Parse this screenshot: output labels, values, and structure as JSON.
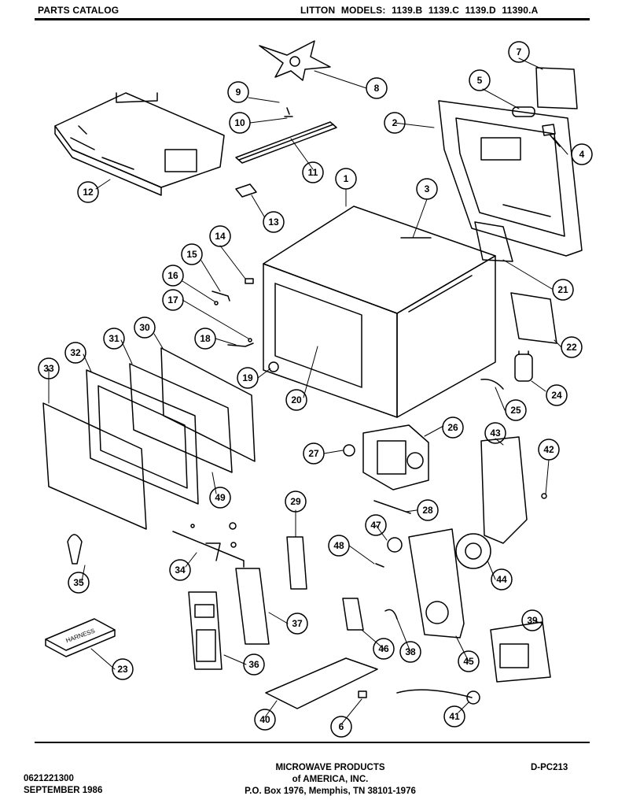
{
  "header": {
    "left": "PARTS CATALOG",
    "right": "LITTON MODELS: 1139.B 1139.C 1139.D 11390.A"
  },
  "footer": {
    "left_line1": "0621221300",
    "left_line2": "SEPTEMBER 1986",
    "center_line1": "MICROWAVE PRODUCTS",
    "center_line2": "of AMERICA, INC.",
    "center_line3": "P.O. Box 1976,   Memphis, TN  38101-1976",
    "right": "D-PC213"
  },
  "diagram": {
    "labels": {
      "harness": "HARNESS",
      "c1": "1",
      "c2": "2",
      "c3": "3",
      "c4": "4",
      "c5": "5",
      "c6": "6",
      "c7": "7",
      "c8": "8",
      "c9": "9",
      "c10": "10",
      "c11": "11",
      "c12": "12",
      "c13": "13",
      "c14": "14",
      "c15": "15",
      "c16": "16",
      "c17": "17",
      "c18": "18",
      "c19": "19",
      "c20": "20",
      "c21": "21",
      "c22": "22",
      "c23": "23",
      "c24": "24",
      "c25": "25",
      "c26": "26",
      "c27": "27",
      "c28": "28",
      "c29": "29",
      "c30": "30",
      "c31": "31",
      "c32": "32",
      "c33": "33",
      "c34": "34",
      "c35": "35",
      "c36": "36",
      "c37": "37",
      "c38": "38",
      "c39": "39",
      "c40": "40",
      "c41": "41",
      "c42": "42",
      "c43": "43",
      "c44": "44",
      "c45": "45",
      "c46": "46",
      "c47": "47",
      "c48": "48",
      "c49": "49"
    }
  }
}
